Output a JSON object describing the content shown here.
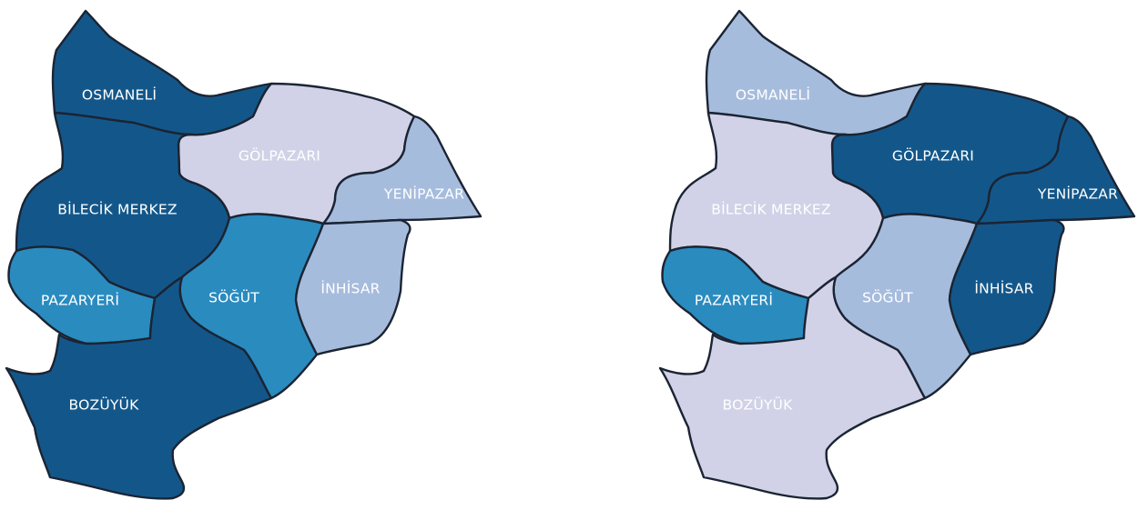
{
  "palette": {
    "darkest": "#13578a",
    "dark": "#13578a",
    "medium": "#2a8bbf",
    "light": "#a6bcdd",
    "lightest": "#d1d2e7",
    "border": "#1b2433",
    "label": "#ffffff"
  },
  "maps": [
    {
      "id": "left",
      "districts": [
        {
          "key": "osmaneli",
          "name": "OSMANELİ",
          "fill": "#13578a"
        },
        {
          "key": "golpazari",
          "name": "GÖLPAZARI",
          "fill": "#d1d2e7"
        },
        {
          "key": "yenipazar",
          "name": "YENİPAZAR",
          "fill": "#a6bcdd"
        },
        {
          "key": "bilecik",
          "name": "BİLECİK MERKEZ",
          "fill": "#13578a"
        },
        {
          "key": "sogut",
          "name": "SÖĞÜT",
          "fill": "#2a8bbf"
        },
        {
          "key": "inhisar",
          "name": "İNHİSAR",
          "fill": "#a6bcdd"
        },
        {
          "key": "pazaryeri",
          "name": "PAZARYERİ",
          "fill": "#2a8bbf"
        },
        {
          "key": "bozuyuk",
          "name": "BOZÜYÜK",
          "fill": "#13578a"
        }
      ]
    },
    {
      "id": "right",
      "districts": [
        {
          "key": "osmaneli",
          "name": "OSMANELİ",
          "fill": "#a6bcdd"
        },
        {
          "key": "golpazari",
          "name": "GÖLPAZARI",
          "fill": "#13578a"
        },
        {
          "key": "yenipazar",
          "name": "YENİPAZAR",
          "fill": "#13578a"
        },
        {
          "key": "bilecik",
          "name": "BİLECİK MERKEZ",
          "fill": "#d1d2e7"
        },
        {
          "key": "sogut",
          "name": "SÖĞÜT",
          "fill": "#a6bcdd"
        },
        {
          "key": "inhisar",
          "name": "İNHİSAR",
          "fill": "#13578a"
        },
        {
          "key": "pazaryeri",
          "name": "PAZARYERİ",
          "fill": "#2a8bbf"
        },
        {
          "key": "bozuyuk",
          "name": "BOZÜYÜK",
          "fill": "#d1d2e7"
        }
      ]
    }
  ]
}
